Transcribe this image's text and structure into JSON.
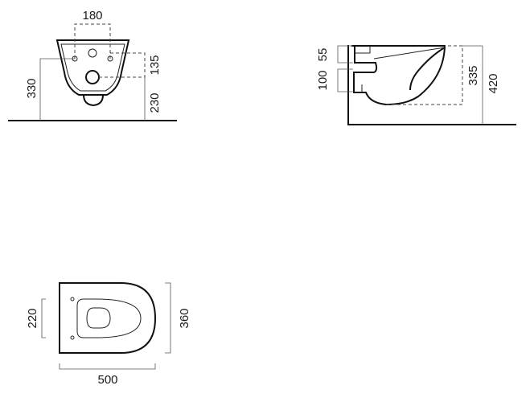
{
  "front_view": {
    "dim_width": "180",
    "dim_total_height": "330",
    "dim_upper": "135",
    "dim_lower": "230"
  },
  "side_view": {
    "dim_top": "55",
    "dim_inlet": "100",
    "dim_mid": "335",
    "dim_total": "420"
  },
  "top_view": {
    "dim_inner": "220",
    "dim_width": "360",
    "dim_length": "500"
  }
}
